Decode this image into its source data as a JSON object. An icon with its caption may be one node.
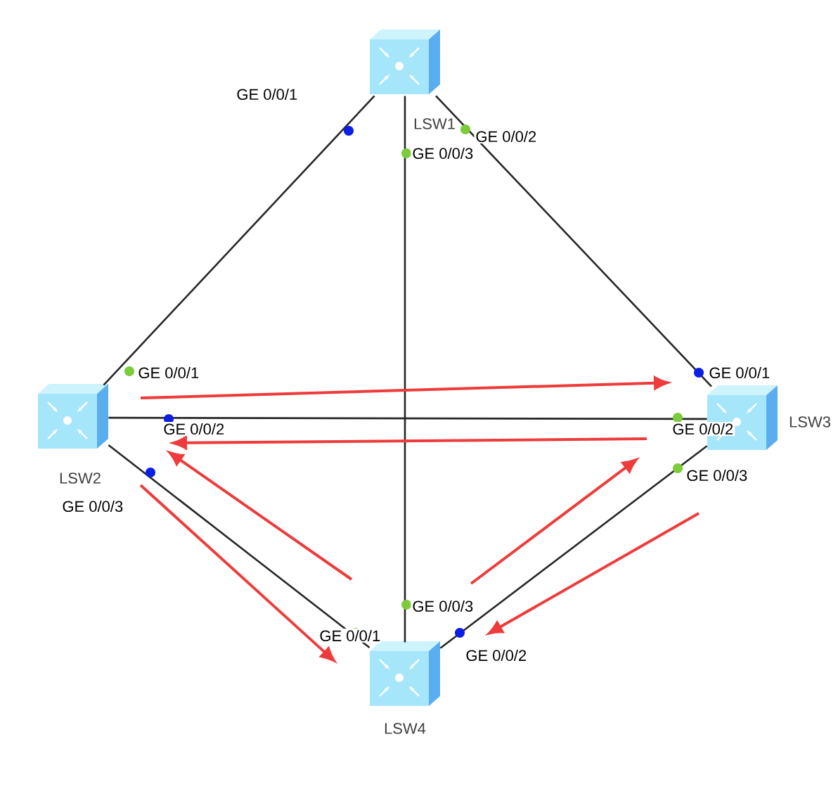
{
  "diagram": {
    "nodes": [
      {
        "text": [
          "LSW1"
        ]
      },
      {
        "text": [
          "LSW2"
        ]
      },
      {
        "text": [
          "LSW3"
        ]
      },
      {
        "text": [
          "LSW4"
        ]
      }
    ],
    "edges": [
      {
        "from": 0,
        "to": 1,
        "arrow": "none"
      },
      {
        "from": 0,
        "to": 2,
        "arrow": "none"
      },
      {
        "from": 0,
        "to": 3,
        "arrow": "none"
      },
      {
        "from": 1,
        "to": 2,
        "arrow": "none"
      },
      {
        "from": 1,
        "to": 3,
        "arrow": "none"
      },
      {
        "from": 2,
        "to": 3,
        "arrow": "none"
      },
      {
        "from": 1,
        "to": 2,
        "arrow": "to",
        "color": "#ee3b3b"
      },
      {
        "from": 2,
        "to": 1,
        "arrow": "to",
        "color": "#ee3b3b"
      },
      {
        "from": 3,
        "to": 1,
        "arrow": "to",
        "color": "#ee3b3b"
      },
      {
        "from": 1,
        "to": 3,
        "arrow": "to",
        "color": "#ee3b3b"
      },
      {
        "from": 3,
        "to": 2,
        "arrow": "to",
        "color": "#ee3b3b"
      },
      {
        "from": 2,
        "to": 3,
        "arrow": "to",
        "color": "#ee3b3b"
      }
    ],
    "labels": [
      "GE 0/0/1",
      "GE 0/0/2",
      "GE 0/0/3",
      "GE 0/0/1",
      "GE 0/0/1",
      "GE 0/0/2",
      "GE 0/0/2",
      "GE 0/0/3",
      "GE 0/0/3",
      "GE 0/0/3",
      "GE 0/0/1",
      "GE 0/0/2"
    ]
  }
}
